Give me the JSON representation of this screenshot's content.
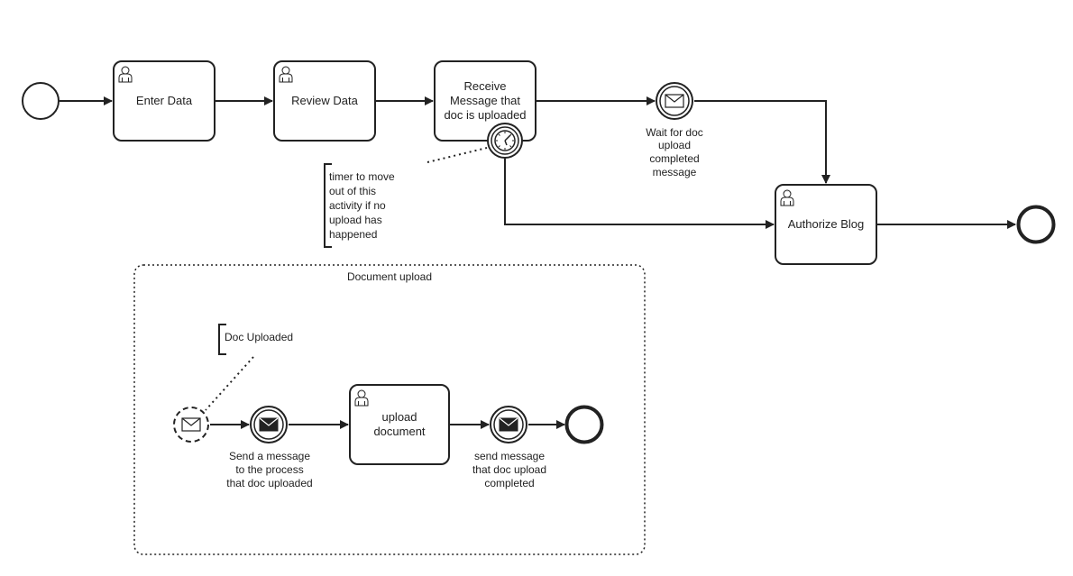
{
  "diagram": {
    "start_event": {
      "label": ""
    },
    "tasks": {
      "enter_data": {
        "label": "Enter Data"
      },
      "review_data": {
        "label": "Review Data"
      },
      "receive_message": {
        "label_lines": [
          "Receive",
          "Message that",
          "doc is uploaded"
        ]
      },
      "authorize_blog": {
        "label": "Authorize Blog"
      },
      "upload_document": {
        "label_lines": [
          "upload",
          "document"
        ]
      }
    },
    "events": {
      "wait_for_doc": {
        "label_lines": [
          "Wait for doc",
          "upload",
          "completed",
          "message"
        ]
      },
      "send_to_process": {
        "label_lines": [
          "Send a message",
          "to the process",
          "that doc uploaded"
        ]
      },
      "send_completed": {
        "label_lines": [
          "send message",
          "that doc upload",
          "completed"
        ]
      }
    },
    "annotations": {
      "timer_note": {
        "label_lines": [
          "timer to move",
          "out of this",
          "activity if no",
          "upload has",
          "happened"
        ]
      },
      "doc_uploaded": {
        "label": "Doc Uploaded"
      }
    },
    "subprocess": {
      "title": "Document upload"
    },
    "icons": {
      "user_task": "user-icon",
      "timer": "timer-icon",
      "message": "envelope-icon"
    }
  }
}
